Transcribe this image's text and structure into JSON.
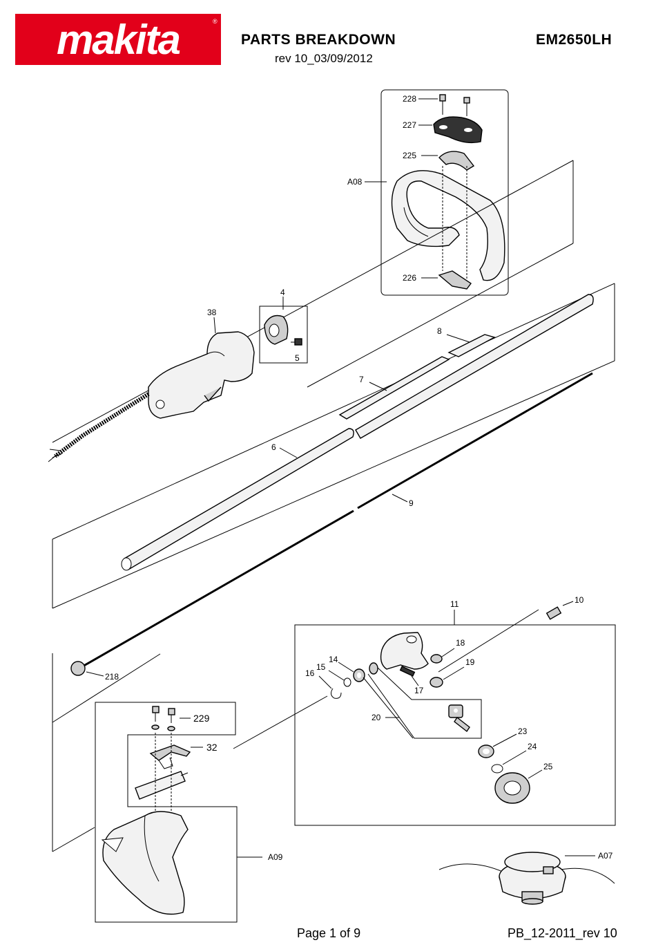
{
  "header": {
    "brand": "makita",
    "title": "PARTS BREAKDOWN",
    "revision": "rev 10_03/09/2012",
    "model": "EM2650LH"
  },
  "footer": {
    "page": "Page 1 of 9",
    "code": "PB_12-2011_rev 10"
  },
  "callouts": {
    "p228": "228",
    "p227": "227",
    "p225": "225",
    "a08": "A08",
    "p226": "226",
    "p4": "4",
    "p38": "38",
    "p5": "5",
    "p8": "8",
    "p7": "7",
    "p6": "6",
    "p9": "9",
    "p10": "10",
    "p11": "11",
    "p218": "218",
    "p18": "18",
    "p14": "14",
    "p15": "15",
    "p16": "16",
    "p19": "19",
    "p17": "17",
    "p20": "20",
    "p229": "229",
    "p32": "32",
    "p23": "23",
    "p24": "24",
    "p25": "25",
    "a09": "A09",
    "a07": "A07"
  },
  "colors": {
    "brand_red": "#e2001a",
    "ink": "#000000"
  }
}
